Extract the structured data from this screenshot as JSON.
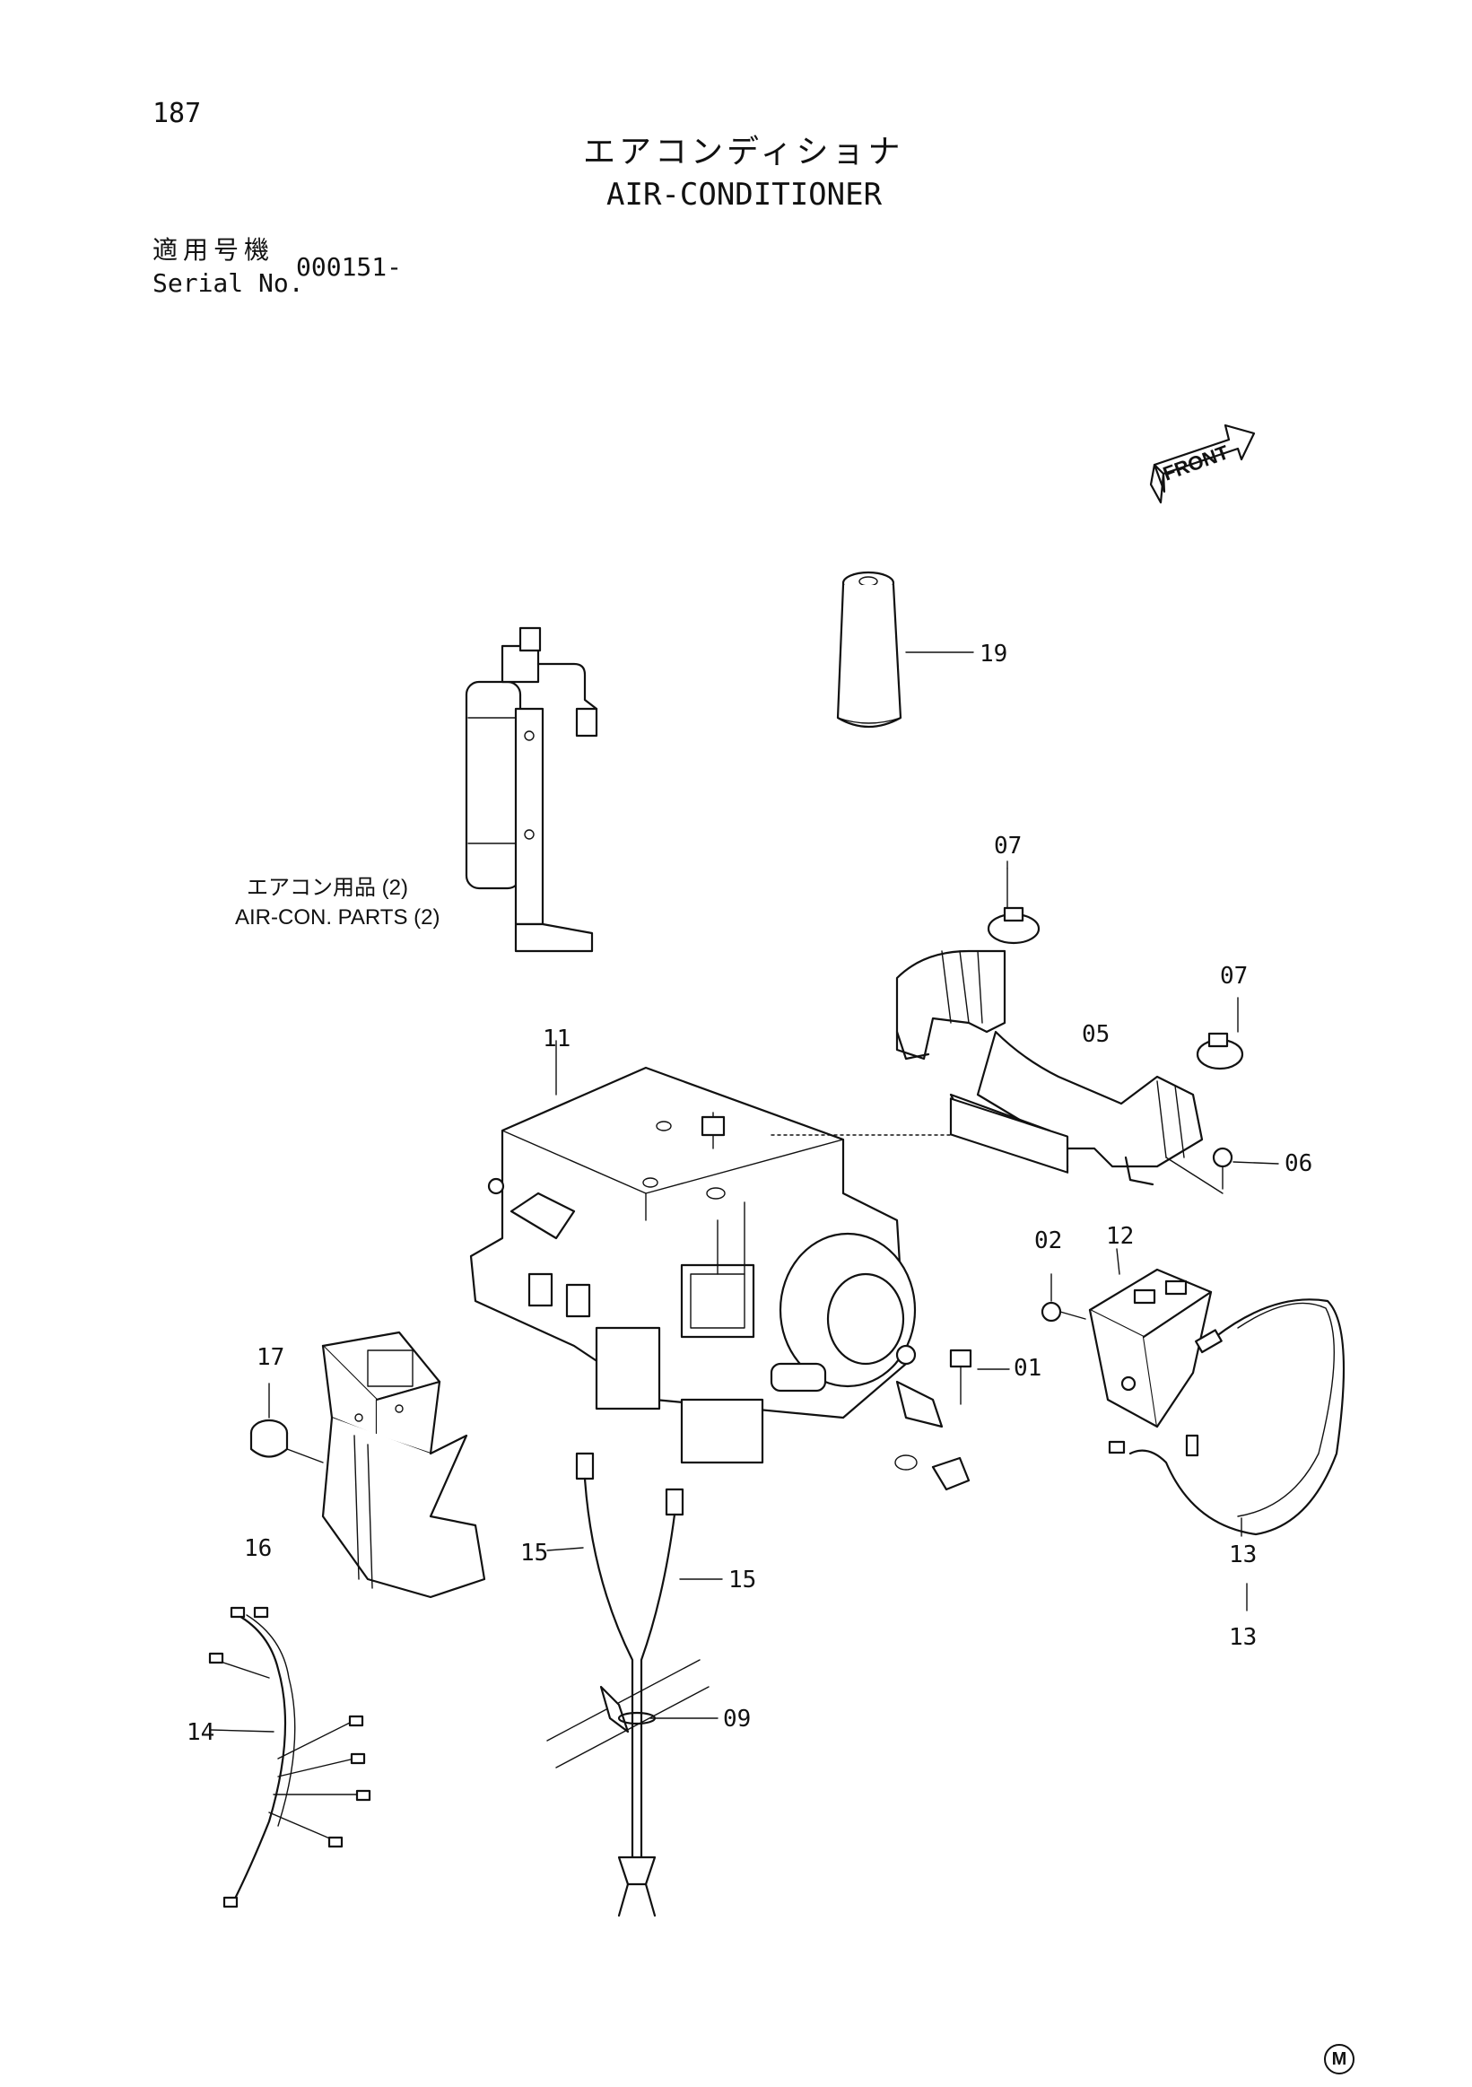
{
  "page_number": "187",
  "title_jp": "エアコンディショナ",
  "title_en": "AIR-CONDITIONER",
  "serial": {
    "label_jp": "適用号機",
    "label_en": "Serial No.",
    "value": "000151-"
  },
  "front_label": "FRONT",
  "reference": {
    "jp": "エアコン用品 (2)",
    "en": "AIR-CON. PARTS (2)"
  },
  "callouts": [
    "19",
    "07",
    "07",
    "05",
    "06",
    "11",
    "02",
    "12",
    "01",
    "17",
    "16",
    "15",
    "15",
    "13",
    "13",
    "14",
    "09"
  ],
  "corner_mark": "M"
}
